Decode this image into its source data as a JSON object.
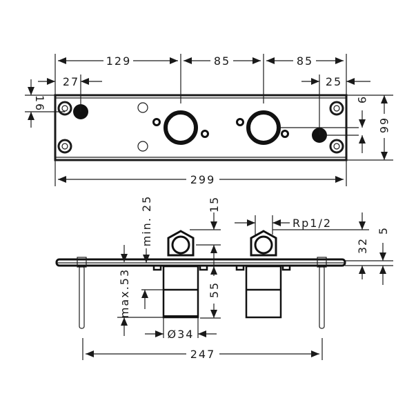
{
  "top_view": {
    "dims": {
      "left_to_first_outlet": "129",
      "outlet_spacing_1": "85",
      "outlet_spacing_2": "85",
      "left_hole_offset": "27",
      "right_hole_offset": "25",
      "left_hole_height": "16",
      "right_hole_height": "9",
      "plate_height": "66",
      "plate_width": "299"
    }
  },
  "side_view": {
    "dims": {
      "min_depth": "min. 25",
      "max_depth": "max.53",
      "nut_top": "15",
      "body_depth": "55",
      "thread": "Rp1/2",
      "overall_depth": "32",
      "plate_thickness": "5",
      "body_diameter": "Ø34",
      "pin_spacing": "247"
    }
  }
}
